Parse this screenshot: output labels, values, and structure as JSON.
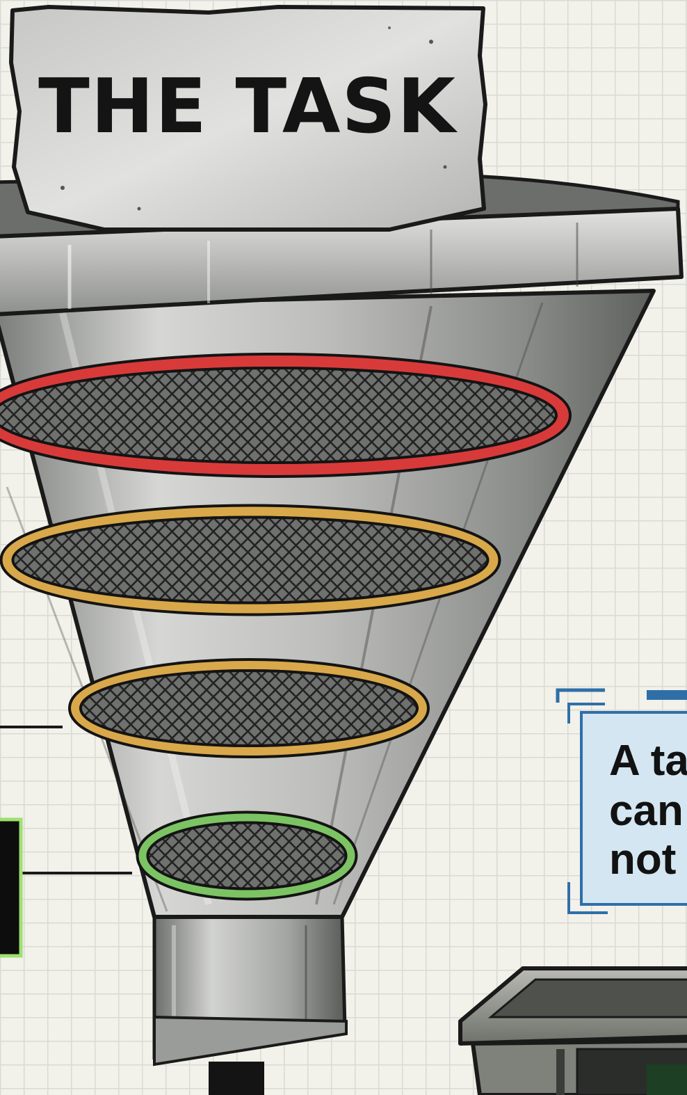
{
  "task_block": {
    "label": "THE TASK"
  },
  "filters": [
    {
      "name": "red-filter",
      "color": "#d83a3a"
    },
    {
      "name": "amber-filter-upper",
      "color": "#d9a84a"
    },
    {
      "name": "amber-filter-lower",
      "color": "#d9a84a"
    },
    {
      "name": "green-filter",
      "color": "#7cc463"
    }
  ],
  "callout_note": {
    "lines": [
      "A ta",
      "can",
      "not"
    ]
  },
  "colors": {
    "background": "#f2f1ea",
    "grid": "#d9dad6",
    "steel": "#a9aaa8",
    "note_fill": "#d4e6f2",
    "note_border": "#2f6fa8"
  }
}
